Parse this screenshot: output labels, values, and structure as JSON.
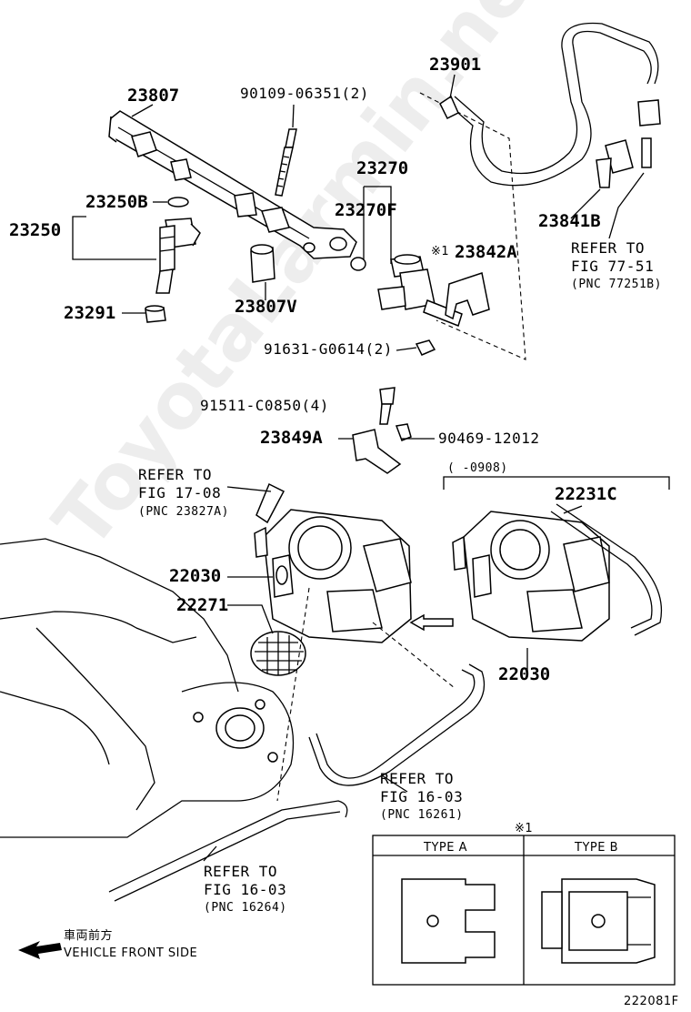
{
  "labels": {
    "p23807": "23807",
    "p90109": "90109-06351(2)",
    "p23901": "23901",
    "p23250B": "23250B",
    "p23250": "23250",
    "p23270": "23270",
    "p23270F": "23270F",
    "p23842A": "23842A",
    "p23841B": "23841B",
    "p23807V": "23807V",
    "p23291": "23291",
    "p91631": "91631-G0614(2)",
    "p91511": "91511-C0850(4)",
    "p23849A": "23849A",
    "p90469": "90469-12012",
    "p22231C": "22231C",
    "p22030a": "22030",
    "p22030b": "22030",
    "p22271": "22271",
    "note_mark": "※1",
    "note_mark_box": "※1",
    "date_range": "(    -0908)"
  },
  "refs": {
    "r1": {
      "l1": "REFER TO",
      "l2": "FIG 77-51",
      "l3": "(PNC 77251B)"
    },
    "r2": {
      "l1": "REFER TO",
      "l2": "FIG 17-08",
      "l3": "(PNC 23827A)"
    },
    "r3": {
      "l1": "REFER TO",
      "l2": "FIG 16-03",
      "l3": "(PNC 16261)"
    },
    "r4": {
      "l1": "REFER TO",
      "l2": "FIG 16-03",
      "l3": "(PNC 16264)"
    }
  },
  "types": {
    "a": "TYPE A",
    "b": "TYPE B"
  },
  "front": {
    "jp": "車両前方",
    "en": "VEHICLE FRONT SIDE"
  },
  "figure_id": "222081F",
  "watermark": "ToyotaLarmin.net"
}
